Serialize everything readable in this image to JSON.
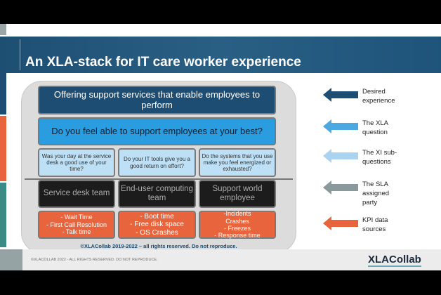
{
  "title": "An XLA-stack for IT care worker experience",
  "stack": {
    "desired": "Offering support services that enable employees to perform",
    "question": "Do you feel able to support employees at your best?",
    "sub_questions": [
      "Was your day at the service desk a good use of your time?",
      "Do your IT tools give you a good return on effort?",
      "Do the systems that you use make you feel energized or exhausted?"
    ],
    "parties": [
      "Service desk team",
      "End-user computing team",
      "Support world employee"
    ],
    "kpis": [
      "- Wait Time\n- First Call Resolution\n- Talk time",
      "- Boot time\n- Free disk space\n- OS Crashes",
      "-Incidents\nCrashes\n- Freezes\n- Response time"
    ],
    "copyright": "©XLACollab 2019-2022 – all rights reserved. Do not reproduce."
  },
  "legend": [
    {
      "label": "Desired experience",
      "color": "#1d4d72"
    },
    {
      "label": "The XLA question",
      "color": "#4ba8e0"
    },
    {
      "label": "The XI sub-questions",
      "color": "#a9d3ef"
    },
    {
      "label": "The SLA assigned party",
      "color": "#8a9a9c"
    },
    {
      "label": "KPI data sources",
      "color": "#e8643c"
    }
  ],
  "footer": {
    "text": "©XLACOLLAB 2022 - ALL RIGHTS RESERVED. DO NOT REPRODUCE.",
    "logo": "XLACollab"
  }
}
